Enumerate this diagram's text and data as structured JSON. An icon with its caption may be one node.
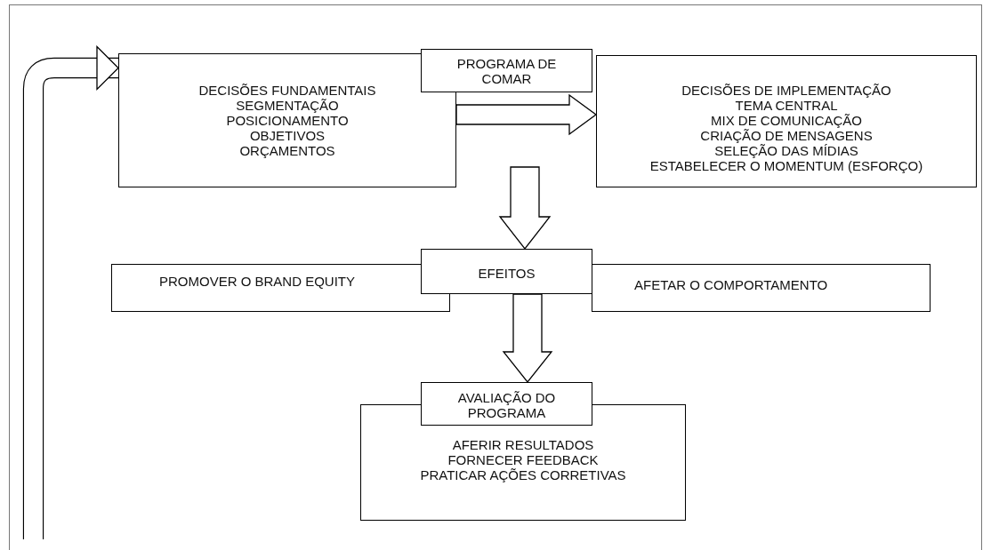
{
  "diagram": {
    "nodes": [
      {
        "text": [
          "PROGRAMA DE COMAR"
        ]
      },
      {
        "text": [
          "DECISÕES FUNDAMENTAIS",
          "SEGMENTAÇÃO",
          "POSICIONAMENTO",
          "OBJETIVOS",
          "ORÇAMENTOS"
        ]
      },
      {
        "text": [
          "DECISÕES DE IMPLEMENTAÇÃO",
          "TEMA CENTRAL",
          "MIX DE COMUNICAÇÃO",
          "CRIAÇÃO DE MENSAGENS",
          "SELEÇÃO DAS MÍDIAS",
          "ESTABELECER O MOMENTUM (ESFORÇO)"
        ]
      },
      {
        "text": [
          "EFEITOS"
        ]
      },
      {
        "text": [
          "PROMOVER O BRAND EQUITY"
        ]
      },
      {
        "text": [
          "AFETAR O COMPORTAMENTO"
        ]
      },
      {
        "text": [
          "AVALIAÇÃO DO PROGRAMA"
        ]
      },
      {
        "text": [
          "AFERIR RESULTADOS",
          "FORNECER FEEDBACK",
          "PRATICAR AÇÕES CORRETIVAS"
        ]
      }
    ],
    "edges": [
      {
        "from": 1,
        "to": 2,
        "arrow": "to"
      },
      {
        "from": null,
        "to": 3,
        "arrow": "to"
      },
      {
        "from": 3,
        "to": 6,
        "arrow": "to"
      },
      {
        "from": null,
        "to": 1,
        "arrow": "to"
      }
    ]
  }
}
